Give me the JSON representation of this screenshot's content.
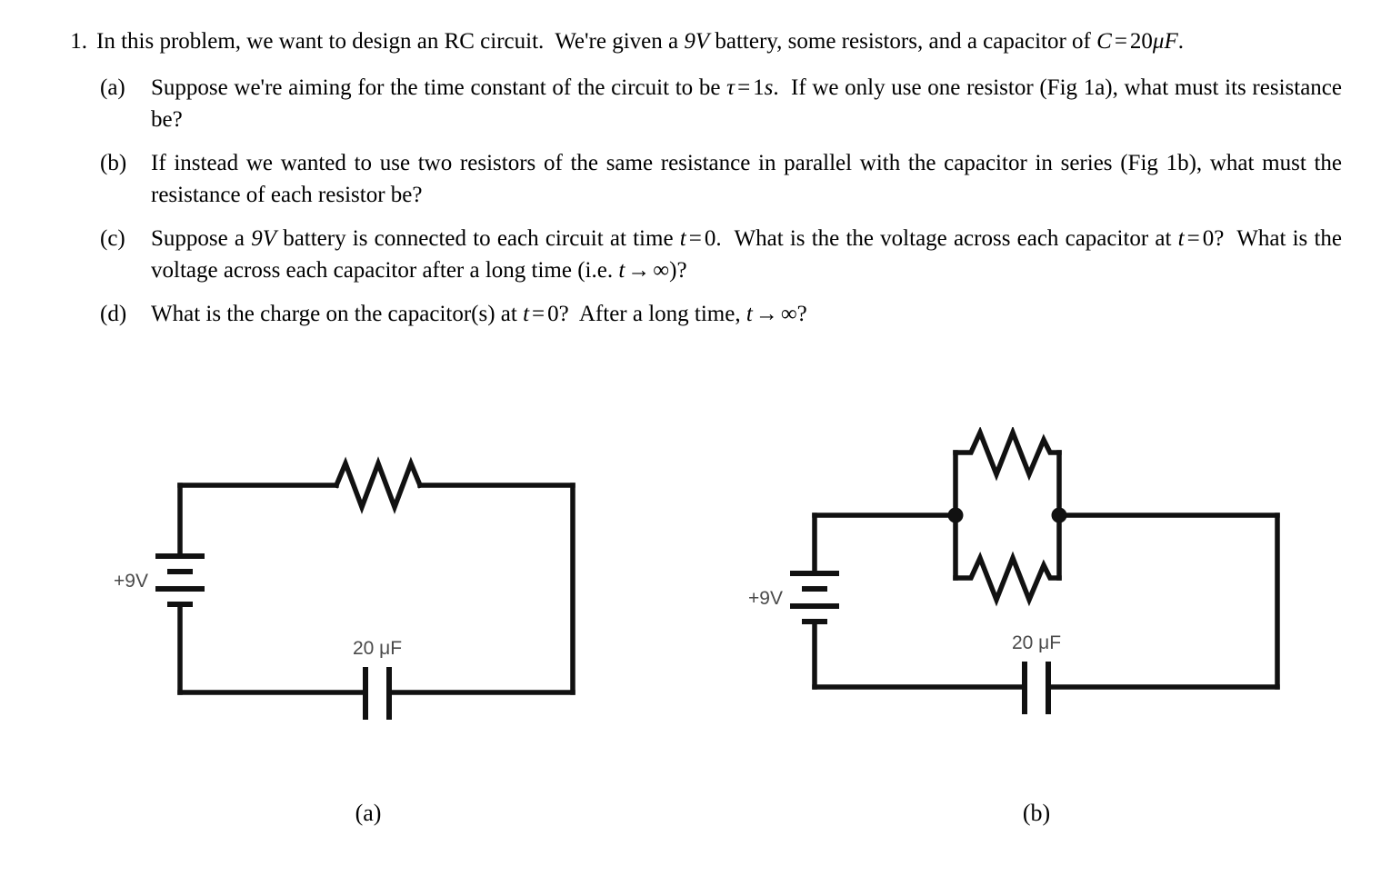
{
  "problem": {
    "number": "1.",
    "statement_parts": [
      {
        "t": "text",
        "v": "In this problem, we want to design an RC circuit.  We're given a "
      },
      {
        "t": "math",
        "v": "9V"
      },
      {
        "t": "text",
        "v": " battery, some resistors, and a capacitor of "
      },
      {
        "t": "math",
        "v": "C = 20μF"
      },
      {
        "t": "text",
        "v": "."
      }
    ],
    "statement_plain": "In this problem, we want to design an RC circuit.  We're given a 9V battery, some resistors, and a capacitor of C = 20μF.",
    "subitems": [
      {
        "label": "(a)",
        "text": "Suppose we're aiming for the time constant of the circuit to be τ = 1s.  If we only use one resistor (Fig 1a), what must its resistance be?",
        "line1": "Suppose we're aiming for the time constant of the circuit to be τ = 1s.  If we only use one resistor",
        "line2": "(Fig 1a), what must its resistance be?"
      },
      {
        "label": "(b)",
        "text": "If instead we wanted to use two resistors of the same resistance in parallel with the capacitor in series (Fig 1b), what must the resistance of each resistor be?",
        "line1": "If instead we wanted to use two resistors of the same resistance in parallel with the capacitor in",
        "line2": "series (Fig 1b), what must the resistance of each resistor be?"
      },
      {
        "label": "(c)",
        "text": "Suppose a 9V battery is connected to each circuit at time t = 0.  What is the the voltage across each capacitor at t = 0?  What is the voltage across each capacitor after a long time (i.e. t → ∞)?",
        "line1": "Suppose a 9V battery is connected to each circuit at time t = 0.  What is the the voltage across",
        "line2": "each capacitor at t = 0?  What is the voltage across each capacitor after a long time (i.e. t → ∞)?"
      },
      {
        "label": "(d)",
        "text": "What is the charge on the capacitor(s) at t = 0?  After a long time, t → ∞?",
        "line1": "What is the charge on the capacitor(s) at t = 0?  After a long time, t → ∞?",
        "line2": ""
      }
    ]
  },
  "figures": [
    {
      "id": "a",
      "caption": "(a)",
      "battery_label": "+9V",
      "capacitor_label": "20 μF",
      "resistor_count": 1,
      "topology": "series RC loop: battery on left branch, single resistor on top wire, capacitor on bottom wire"
    },
    {
      "id": "b",
      "caption": "(b)",
      "battery_label": "+9V",
      "capacitor_label": "20 μF",
      "resistor_count": 2,
      "topology": "battery on left branch, two equal resistors in parallel on top branch between two junction nodes, capacitor on bottom wire in series"
    }
  ],
  "colors": {
    "ink": "#111111",
    "component_label": "#4a4a4a",
    "page_background": "#ffffff"
  }
}
